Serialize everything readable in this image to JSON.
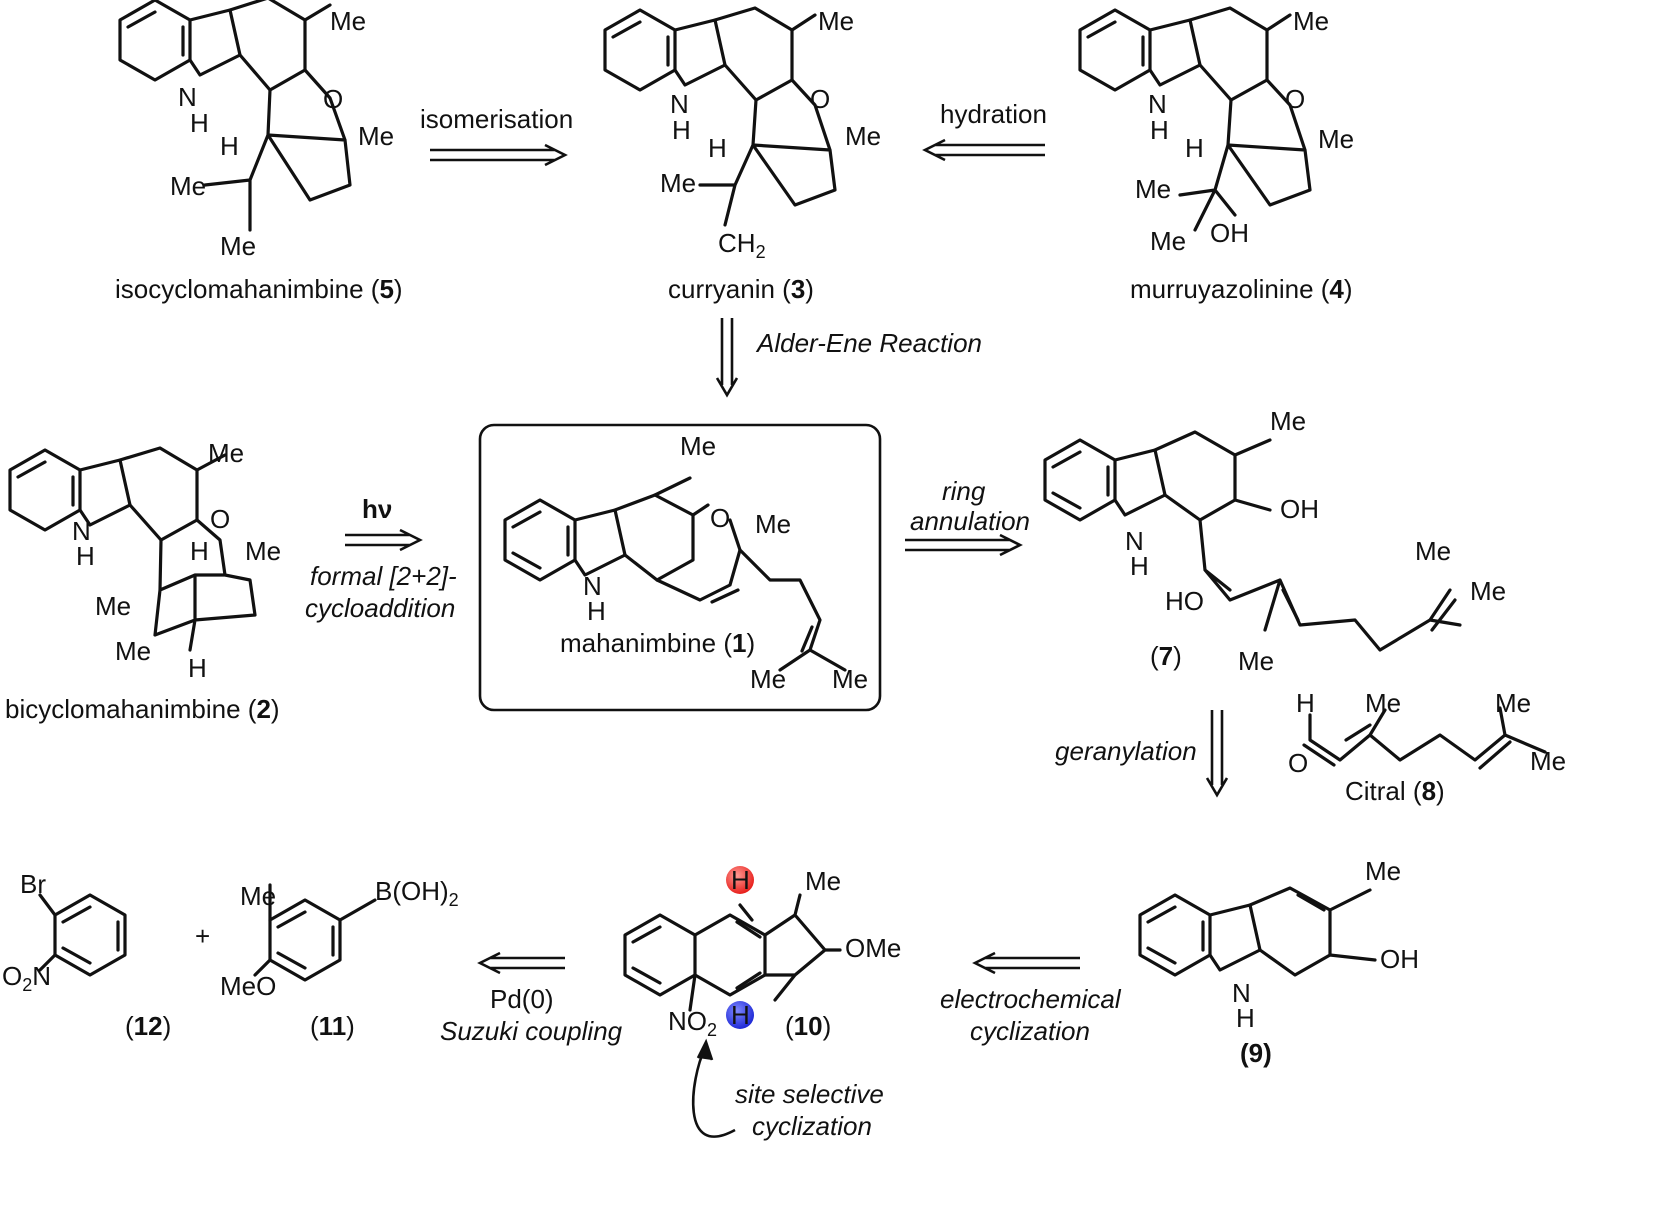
{
  "compounds": {
    "c5": {
      "name": "isocyclomahanimbine (",
      "num": "5",
      "tail": ")"
    },
    "c3": {
      "name": "curryanin (",
      "num": "3",
      "tail": ")"
    },
    "c4": {
      "name": "murruyazolinine (",
      "num": "4",
      "tail": ")"
    },
    "c2": {
      "name": "bicyclomahanimbine (",
      "num": "2",
      "tail": ")"
    },
    "c1": {
      "name": "mahanimbine (",
      "num": "1",
      "tail": ")"
    },
    "c7": {
      "open": "(",
      "num": "7",
      "close": ")"
    },
    "c8": {
      "name": "Citral (",
      "num": "8",
      "tail": ")"
    },
    "c9": {
      "open": "(",
      "num": "9",
      "close": ")"
    },
    "c10": {
      "open": "(",
      "num": "10",
      "close": ")"
    },
    "c11": {
      "open": "(",
      "num": "11",
      "close": ")"
    },
    "c12": {
      "open": "(",
      "num": "12",
      "close": ")"
    }
  },
  "arrows": {
    "isomerisation": "isomerisation",
    "hydration": "hydration",
    "alder_ene": "Alder-Ene Reaction",
    "hv": "hν",
    "formal_1": "formal [2+2]-",
    "formal_2": "cycloaddition",
    "ring_1": "ring",
    "ring_2": "annulation",
    "geranylation": "geranylation",
    "electro_1": "electrochemical",
    "electro_2": "cyclization",
    "suzuki_1": "Pd(0)",
    "suzuki_2": "Suzuki coupling",
    "site_1": "site selective",
    "site_2": "cyclization"
  },
  "atoms": {
    "Me": "Me",
    "O": "O",
    "N": "N",
    "H": "H",
    "OH": "OH",
    "HO": "HO",
    "CH2": "CH",
    "sub2": "2",
    "OMe": "OMe",
    "MeO": "MeO",
    "Br": "Br",
    "NO2": "NO",
    "O2N": "O",
    "O2N_tail": "N",
    "BOH2": "B(OH)",
    "plus": "+"
  },
  "highlight_colors": {
    "red": "#e8201c",
    "blue": "#1f2ad6"
  }
}
